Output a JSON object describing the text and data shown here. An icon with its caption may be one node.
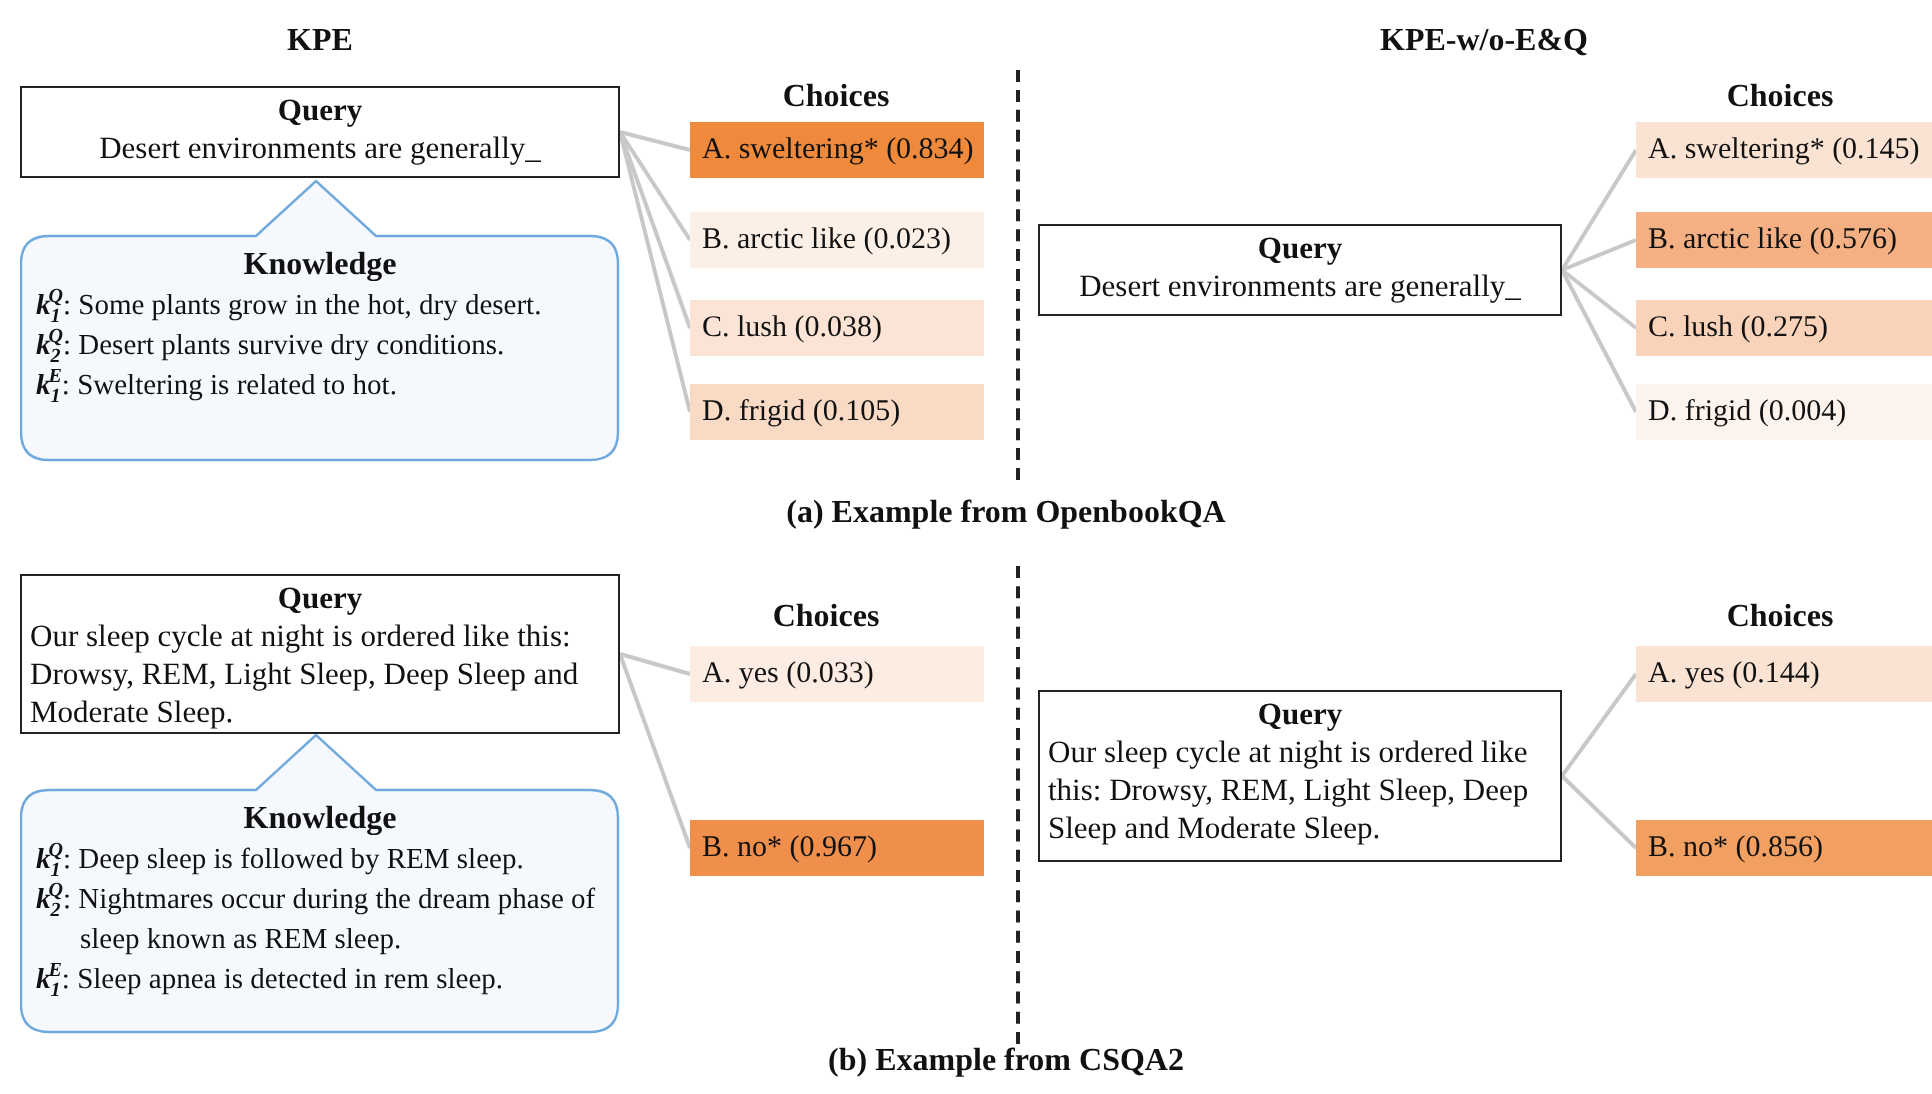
{
  "diagram": {
    "nodes": [
      {
        "text": [
          "Query",
          "Desert environments are generally_"
        ]
      },
      {
        "text": [
          "Knowledge",
          "**k**$_{1}$$^{Q}$: Some plants grow in the hot, dry desert.",
          "**k**$_{2}$$^{Q}$: Desert plants survive dry conditions.",
          "**k**$_{1}$$^{E}$: Sweltering is related to hot."
        ]
      },
      {
        "text": [
          "A. sweltering* (0.834)"
        ]
      },
      {
        "text": [
          "B. arctic like (0.023)"
        ]
      },
      {
        "text": [
          "C. lush (0.038)"
        ]
      },
      {
        "text": [
          "D. frigid (0.105)"
        ]
      },
      {
        "text": [
          "Query",
          "Desert environments are generally_"
        ]
      },
      {
        "text": [
          "A. sweltering* (0.145)"
        ]
      },
      {
        "text": [
          "B. arctic like (0.576)"
        ]
      },
      {
        "text": [
          "C. lush (0.275)"
        ]
      },
      {
        "text": [
          "D. frigid (0.004)"
        ]
      },
      {
        "text": [
          "Query",
          "Our sleep cycle at night is ordered like this: Drowsy, REM, Light Sleep, Deep Sleep and Moderate Sleep."
        ]
      },
      {
        "text": [
          "Knowledge",
          "**k**$_{1}$$^{Q}$: Deep sleep is followed by REM sleep.",
          "**k**$_{2}$$^{Q}$: Nightmares occur during the dream phase of sleep known as REM sleep.",
          "**k**$_{1}$$^{E}$: Sleep apnea is detected in rem sleep."
        ]
      },
      {
        "text": [
          "A. yes (0.033)"
        ]
      },
      {
        "text": [
          "B. no* (0.967)"
        ]
      },
      {
        "text": [
          "Query",
          "Our sleep cycle at night is ordered like this: Drowsy, REM, Light Sleep, Deep Sleep and Moderate Sleep."
        ]
      },
      {
        "text": [
          "A. yes (0.144)"
        ]
      },
      {
        "text": [
          "B. no* (0.856)"
        ]
      }
    ],
    "edges": [
      {
        "from": 0,
        "to": 2,
        "arrow": "none"
      },
      {
        "from": 0,
        "to": 3,
        "arrow": "none"
      },
      {
        "from": 0,
        "to": 4,
        "arrow": "none"
      },
      {
        "from": 0,
        "to": 5,
        "arrow": "none"
      },
      {
        "from": 6,
        "to": 7,
        "arrow": "none"
      },
      {
        "from": 6,
        "to": 8,
        "arrow": "none"
      },
      {
        "from": 6,
        "to": 9,
        "arrow": "none"
      },
      {
        "from": 6,
        "to": 10,
        "arrow": "none"
      },
      {
        "from": 11,
        "to": 13,
        "arrow": "none"
      },
      {
        "from": 11,
        "to": 14,
        "arrow": "none"
      },
      {
        "from": 15,
        "to": 16,
        "arrow": "none"
      },
      {
        "from": 15,
        "to": 17,
        "arrow": "none"
      }
    ],
    "labels": [
      "KPE",
      "KPE-w/o-E&Q",
      "Choices",
      "Choices",
      "(a) Example from OpenbookQA",
      "Choices",
      "Choices",
      "(b) Example from CSQA2"
    ]
  }
}
